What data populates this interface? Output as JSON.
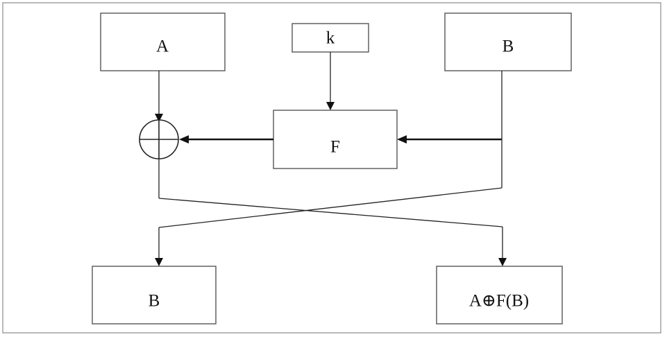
{
  "diagram": {
    "boxes": {
      "input_left": "A",
      "key": "k",
      "input_right": "B",
      "round_function": "F",
      "output_left": "B",
      "output_right": "A⊕F(B)"
    },
    "operator_symbol": "xor"
  }
}
